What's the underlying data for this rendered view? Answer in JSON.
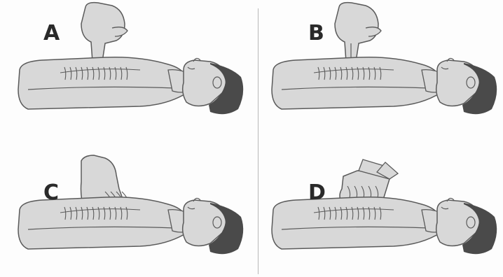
{
  "panels": [
    {
      "label": "A",
      "hand": "fingertip"
    },
    {
      "label": "B",
      "hand": "two-fingers"
    },
    {
      "label": "C",
      "hand": "heel-of-hand"
    },
    {
      "label": "D",
      "hand": "interlocked-hands"
    }
  ],
  "colors": {
    "skin": "#d8d8d8",
    "outline": "#5a5a5a",
    "hair": "#4a4a4a",
    "background": "#fdfdfd",
    "divider": "#b9b9b9"
  }
}
